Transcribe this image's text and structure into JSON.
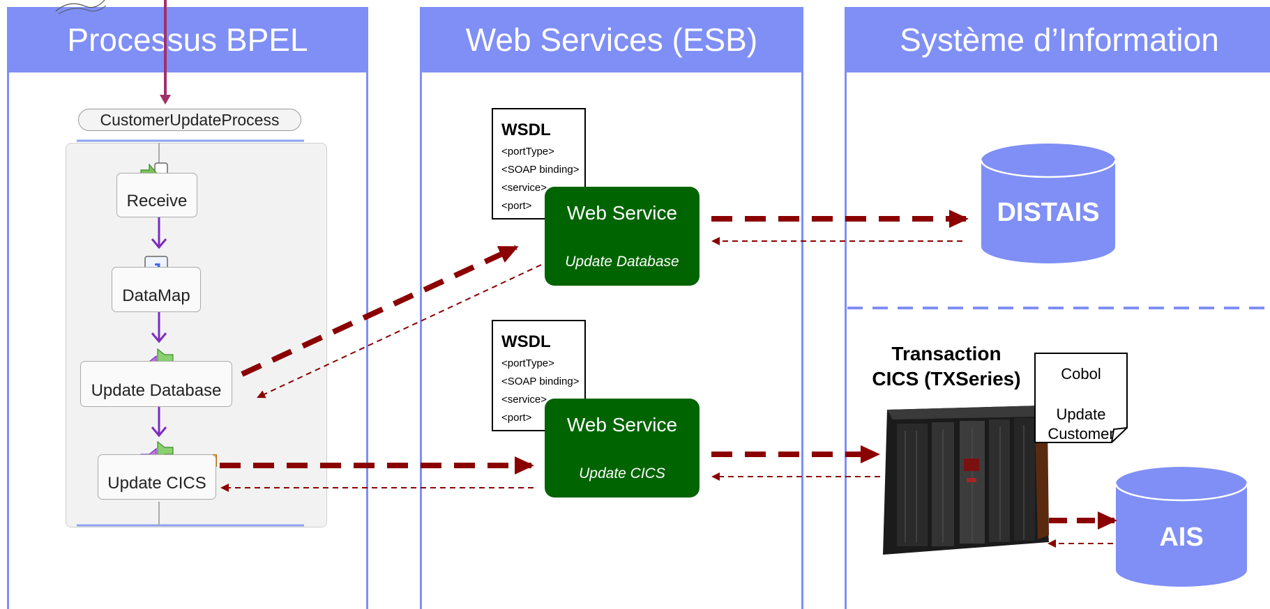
{
  "lanes": [
    {
      "title": "Processus BPEL"
    },
    {
      "title": "Web Services (ESB)"
    },
    {
      "title": "Système d’Information"
    }
  ],
  "bpel": {
    "process_name": "CustomerUpdateProcess",
    "steps": [
      "Receive",
      "DataMap",
      "Update Database",
      "Update CICS"
    ]
  },
  "wsdl": {
    "title": "WSDL",
    "lines": [
      "<portType>",
      "<SOAP binding>",
      "<service>",
      "<port>"
    ]
  },
  "web_services": [
    {
      "title": "Web Service",
      "subtitle": "Update Database"
    },
    {
      "title": "Web Service",
      "subtitle": "Update CICS"
    }
  ],
  "systems": {
    "db1": "DISTAIS",
    "db2": "AIS",
    "transaction_line1": "Transaction",
    "transaction_line2": "CICS (TXSeries)",
    "cobol": [
      "Cobol",
      "Update",
      "Customer"
    ]
  },
  "colors": {
    "lane": "#7f8ff5",
    "web_service": "#006400",
    "arrow": "#8b0000",
    "bpel_flow": "#7b2cbf",
    "entry_arrow": "#a0306a"
  }
}
